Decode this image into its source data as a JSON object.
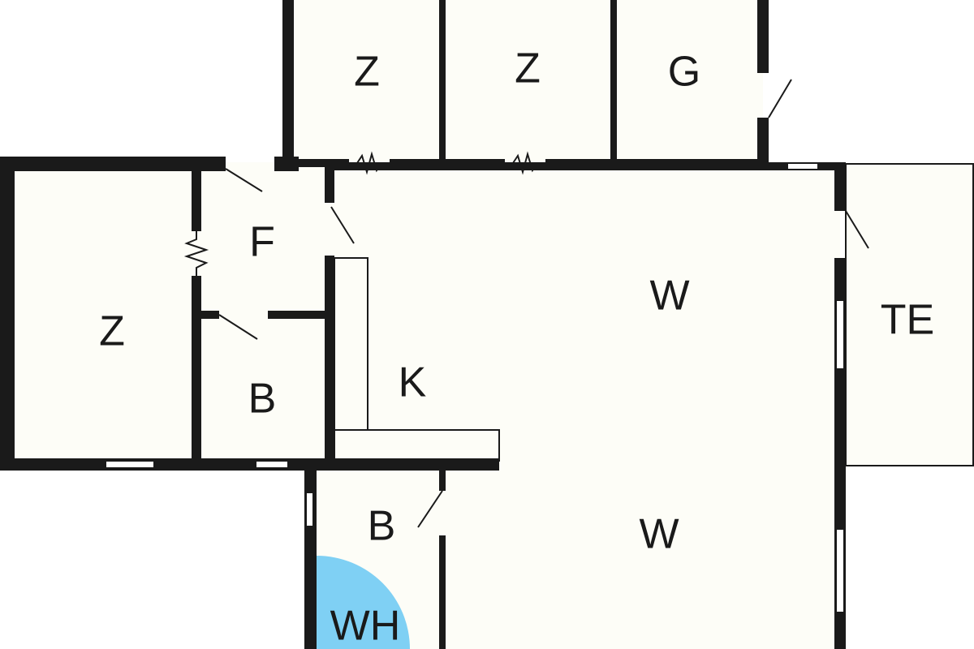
{
  "colors": {
    "wall": "#1a1a1a",
    "room": "#fdfdf7",
    "wh": "#7fd0f4"
  },
  "rooms": {
    "z1": "Z",
    "z2": "Z",
    "g": "G",
    "f": "F",
    "z_left": "Z",
    "b_top": "B",
    "k": "K",
    "w_top": "W",
    "te": "TE",
    "b_bottom": "B",
    "w_bottom": "W",
    "wh": "WH"
  }
}
